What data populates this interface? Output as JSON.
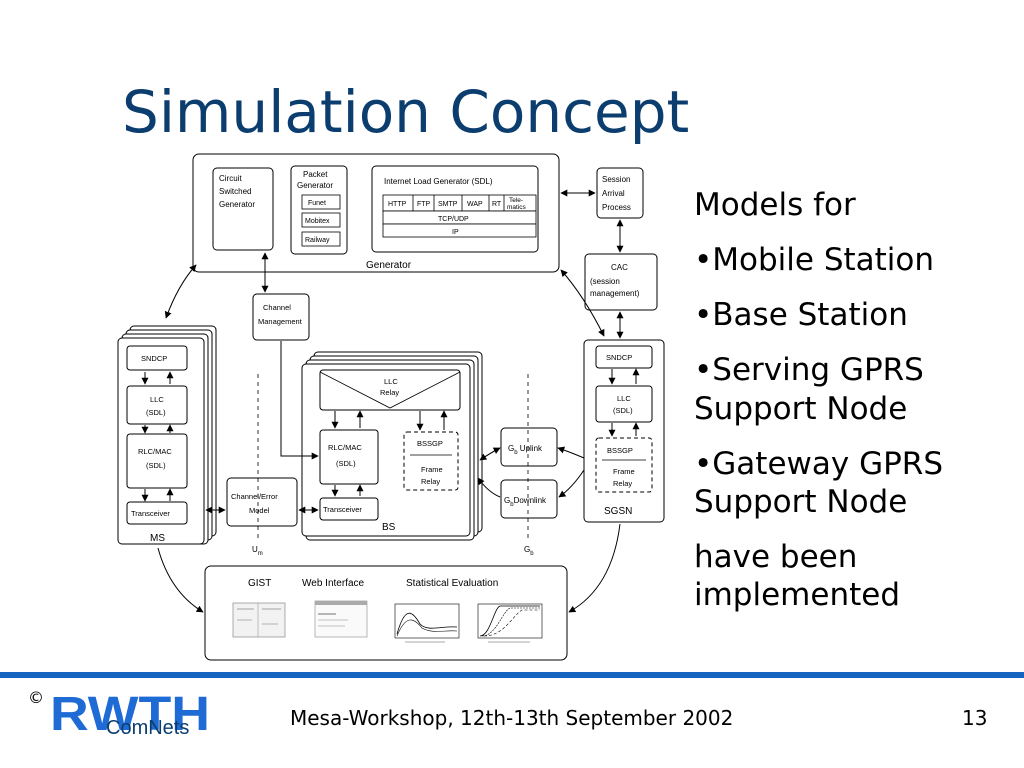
{
  "slide": {
    "title": "Simulation Concept",
    "bullets": [
      "Models for",
      "•Mobile Station",
      "•Base Station",
      "•Serving GPRS Support Node",
      "•Gateway GPRS Support Node",
      "have been implemented"
    ]
  },
  "diagram": {
    "generator": {
      "label": "Generator",
      "circuit": [
        "Circuit",
        "Switched",
        "Generator"
      ],
      "packet_title": [
        "Packet",
        "Generator"
      ],
      "packet_items": [
        "Funet",
        "Mobitex",
        "Railway"
      ],
      "internet_title": "Internet Load Generator (SDL)",
      "protocols": [
        "HTTP",
        "FTP",
        "SMTP",
        "WAP",
        "RT"
      ],
      "telematics": [
        "Tele-",
        "matics"
      ],
      "tcpudp": "TCP/UDP",
      "ip": "IP"
    },
    "session": [
      "Session",
      "Arrival",
      "Process"
    ],
    "cac": [
      "CAC",
      "(session",
      "management)"
    ],
    "channel_management": [
      "Channel",
      "Management"
    ],
    "ms": {
      "label": "MS",
      "sndcp": "SNDCP",
      "llc": [
        "LLC",
        "(SDL)"
      ],
      "rlcmac": [
        "RLC/MAC",
        "(SDL)"
      ],
      "transceiver": "Transceiver"
    },
    "channel_error": [
      "Channel/Error",
      "Model"
    ],
    "bs": {
      "label": "BS",
      "llc_relay": [
        "LLC",
        "Relay"
      ],
      "rlcmac": [
        "RLC/MAC",
        "(SDL)"
      ],
      "bssgp": "BSSGP",
      "frame_relay": [
        "Frame",
        "Relay"
      ],
      "transceiver": "Transceiver"
    },
    "gb_uplink": [
      "G",
      "b",
      " Uplink"
    ],
    "gb_downlink": [
      "G",
      "b",
      "Downlink"
    ],
    "sgsn": {
      "label": "SGSN",
      "sndcp": "SNDCP",
      "llc": [
        "LLC",
        "(SDL)"
      ],
      "bssgp": "BSSGP",
      "frame_relay": [
        "Frame",
        "Relay"
      ]
    },
    "um": [
      "U",
      "m"
    ],
    "gb": [
      "G",
      "b"
    ],
    "evaluation": {
      "gist": "GIST",
      "web": "Web Interface",
      "stat": "Statistical Evaluation"
    }
  },
  "footer": {
    "copyright": "©",
    "logo_top": "RWTH",
    "logo_bottom": "ComNets",
    "text": "Mesa-Workshop, 12th-13th September 2002",
    "page": "13"
  }
}
